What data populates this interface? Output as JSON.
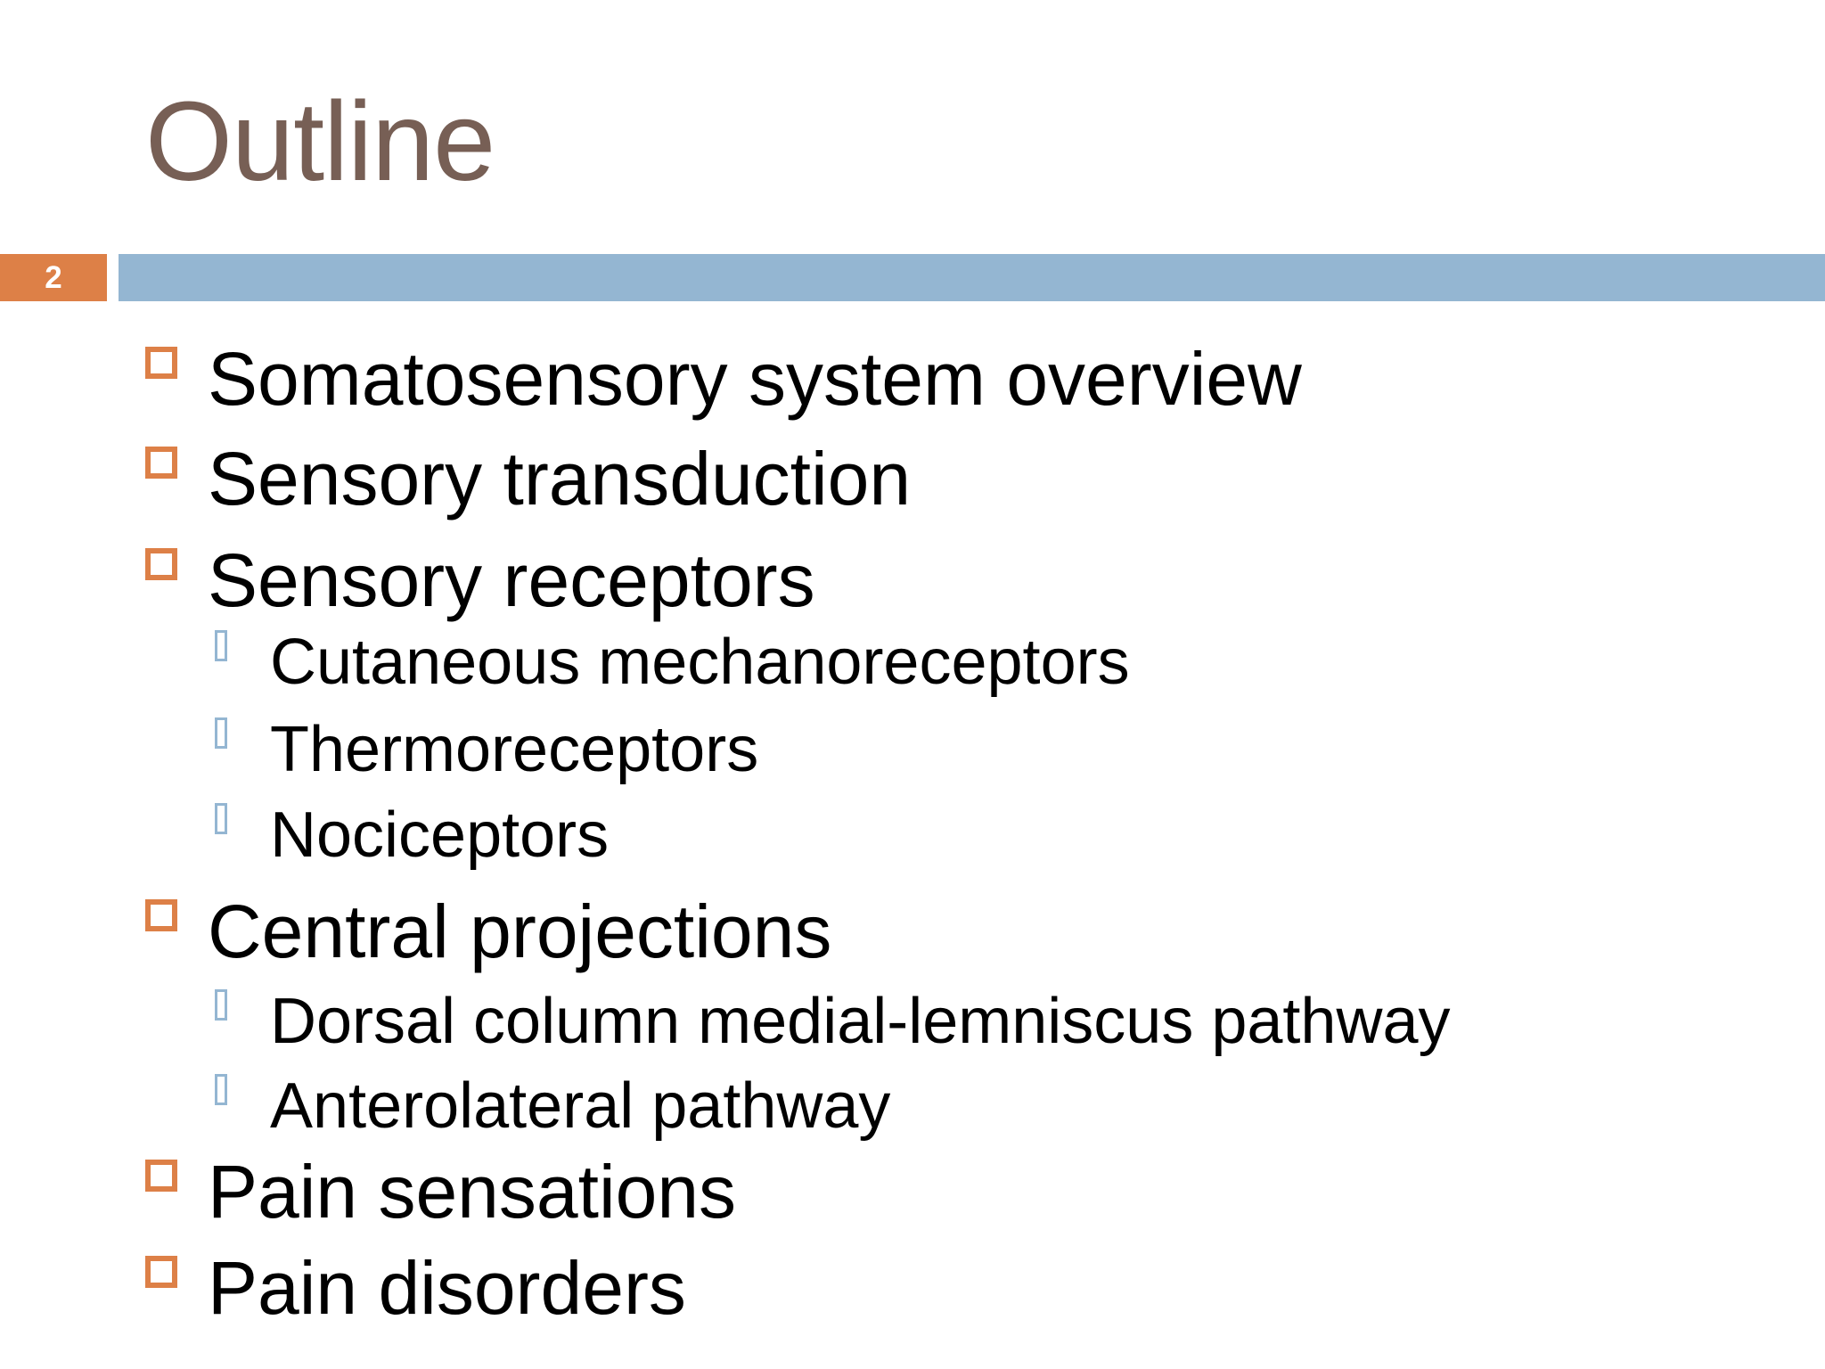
{
  "slide": {
    "title": "Outline",
    "number": "2",
    "outline": {
      "items": [
        {
          "label": "Somatosensory system overview",
          "level": 1
        },
        {
          "label": "Sensory transduction",
          "level": 1
        },
        {
          "label": "Sensory receptors",
          "level": 1
        },
        {
          "label": "Cutaneous mechanoreceptors",
          "level": 2
        },
        {
          "label": "Thermoreceptors",
          "level": 2
        },
        {
          "label": "Nociceptors",
          "level": 2
        },
        {
          "label": "Central projections",
          "level": 1
        },
        {
          "label": "Dorsal column medial-lemniscus pathway",
          "level": 2
        },
        {
          "label": "Anterolateral pathway",
          "level": 2
        },
        {
          "label": "Pain sensations",
          "level": 1
        },
        {
          "label": "Pain disorders",
          "level": 1
        }
      ]
    },
    "colors": {
      "accent_orange": "#DD8047",
      "accent_blue": "#94B6D2",
      "title_brown": "#775F55",
      "body_text": "#000000",
      "slide_number_text": "#FFFFFF",
      "background": "#FFFFFF"
    }
  }
}
